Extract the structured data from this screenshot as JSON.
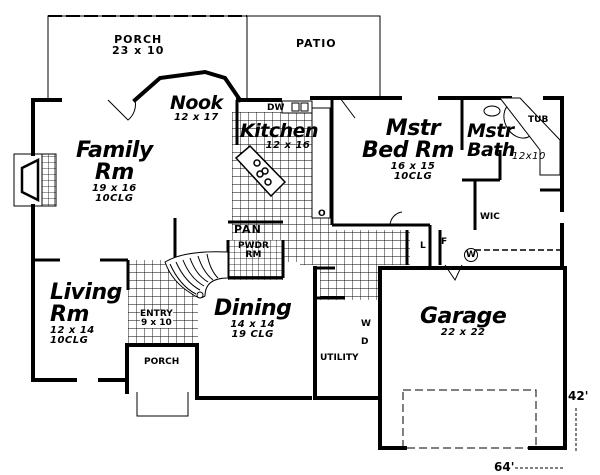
{
  "plan": {
    "rooms": {
      "porch_rear": {
        "name": "PORCH",
        "size": "23 x 10"
      },
      "patio": {
        "name": "PATIO"
      },
      "nook": {
        "name": "Nook",
        "size": "12 x 17"
      },
      "kitchen": {
        "name": "Kitchen",
        "size": "12 x 16",
        "dw": "DW",
        "oven": "O"
      },
      "family": {
        "name_line1": "Family",
        "name_line2": "Rm",
        "size": "19 x 16",
        "ceiling": "10CLG"
      },
      "mstr_bed": {
        "name_line1": "Mstr",
        "name_line2": "Bed Rm",
        "size": "16 x 15",
        "ceiling": "10CLG"
      },
      "mstr_bath": {
        "name_line1": "Mstr",
        "name_line2": "Bath",
        "size": "12x10",
        "tub": "TUB",
        "wic": "WIC"
      },
      "pantry": {
        "name": "PAN"
      },
      "powder": {
        "name_line1": "PWDR",
        "name_line2": "RM"
      },
      "living": {
        "name_line1": "Living",
        "name_line2": "Rm",
        "size": "12 x 14",
        "ceiling": "10CLG"
      },
      "entry": {
        "name": "ENTRY",
        "size": "9 x 10"
      },
      "dining": {
        "name": "Dining",
        "size": "14 x 14",
        "ceiling": "19 CLG"
      },
      "porch_front": {
        "name": "PORCH"
      },
      "utility": {
        "name": "UTILITY",
        "washer": "W",
        "dryer": "D"
      },
      "closets": {
        "linen": "L",
        "freezer": "F",
        "water_heater": "W"
      },
      "garage": {
        "name": "Garage",
        "size": "22 x 22"
      }
    },
    "overall": {
      "depth": "42'",
      "width": "64'"
    }
  }
}
